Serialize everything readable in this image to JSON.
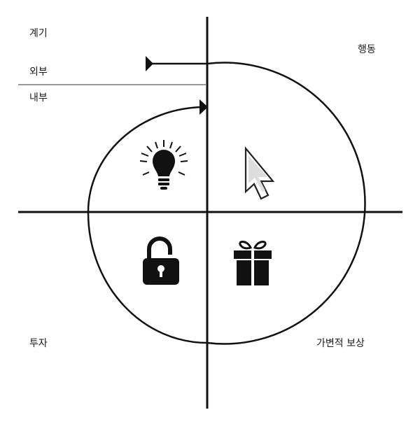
{
  "labels": {
    "trigger": "계기",
    "action": "행동",
    "external": "외부",
    "internal": "내부",
    "investment": "투자",
    "variable_reward": "가변적 보상"
  },
  "quadrant_icons": {
    "trigger": "lightbulb-icon",
    "action": "cursor-arrow-icon",
    "reward": "gift-icon",
    "investment": "unlocked-padlock-icon"
  },
  "colors": {
    "line": "#111111",
    "background": "#ffffff"
  }
}
